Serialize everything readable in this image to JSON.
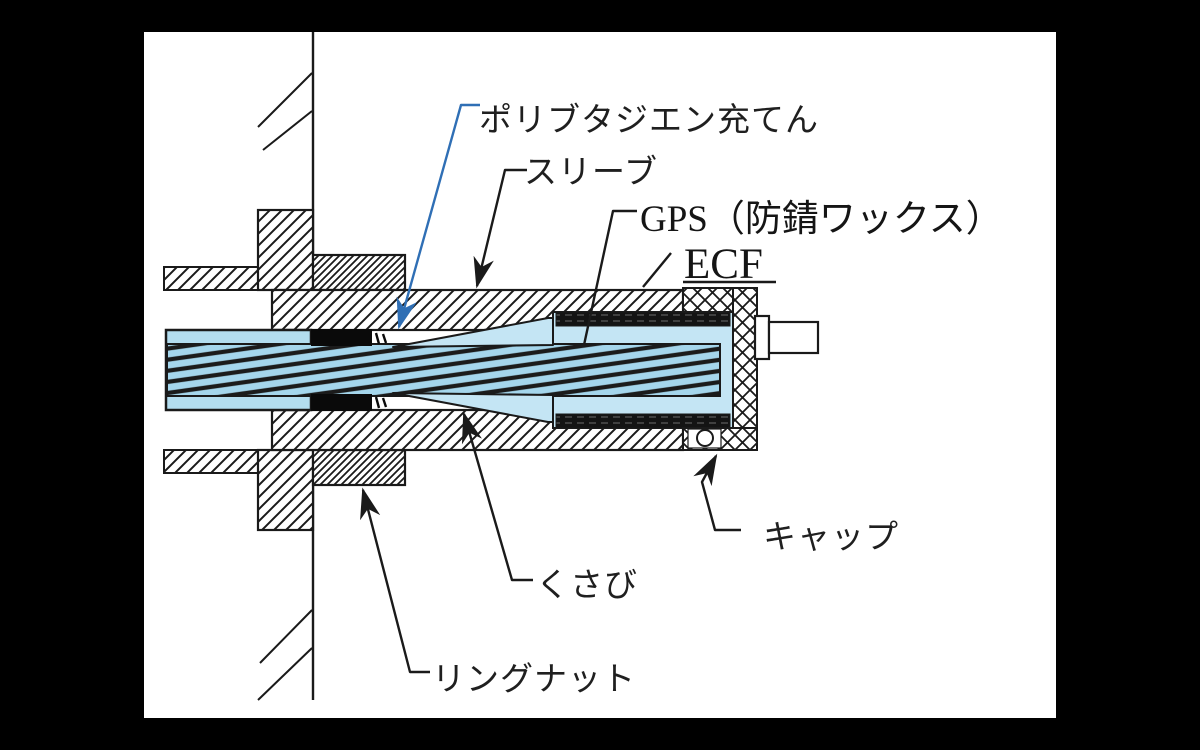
{
  "figure": {
    "type": "engineering-cross-section",
    "subject": "anchor head assembly cross-section with labeled parts"
  },
  "labels": {
    "polybutadiene": {
      "text": "ポリブタジエン充てん",
      "color": "#2f6fb5"
    },
    "sleeve": {
      "text": "スリーブ"
    },
    "gps": {
      "text": "GPS（防錆ワックス）"
    },
    "ecf": {
      "text": "ECF"
    },
    "cap": {
      "text": "キャップ"
    },
    "wedge": {
      "text": "くさび"
    },
    "ring_nut": {
      "text": "リングナット"
    }
  },
  "colors": {
    "letterbox": "#000000",
    "paper": "#ffffff",
    "line": "#1a1a1a",
    "leader_blue": "#2f6fb5",
    "strand_blue": "#a5d6ec",
    "sheath_blue": "#b3ddef",
    "wedge_blue": "#c4e5f4",
    "seal_black": "#0a0a0a",
    "ecf_dark": "#141414"
  }
}
